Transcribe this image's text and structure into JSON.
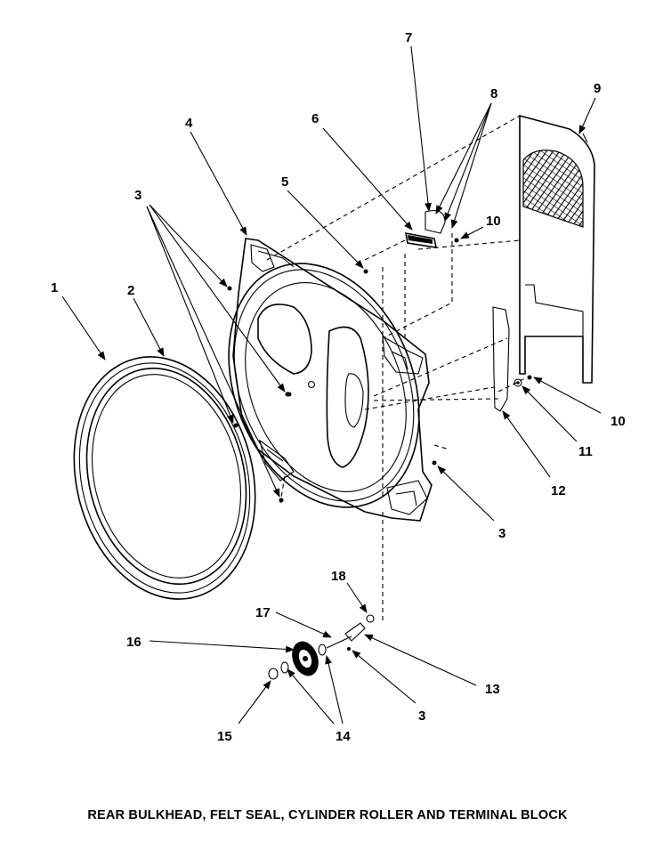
{
  "caption": "REAR BULKHEAD, FELT SEAL, CYLINDER ROLLER AND TERMINAL BLOCK",
  "callouts": {
    "c1": "1",
    "c2": "2",
    "c3a": "3",
    "c3b": "3",
    "c3c": "3",
    "c4": "4",
    "c5": "5",
    "c6": "6",
    "c7": "7",
    "c8": "8",
    "c9": "9",
    "c10a": "10",
    "c10b": "10",
    "c11": "11",
    "c12": "12",
    "c13": "13",
    "c14": "14",
    "c15": "15",
    "c16": "16",
    "c17": "17",
    "c18": "18"
  }
}
